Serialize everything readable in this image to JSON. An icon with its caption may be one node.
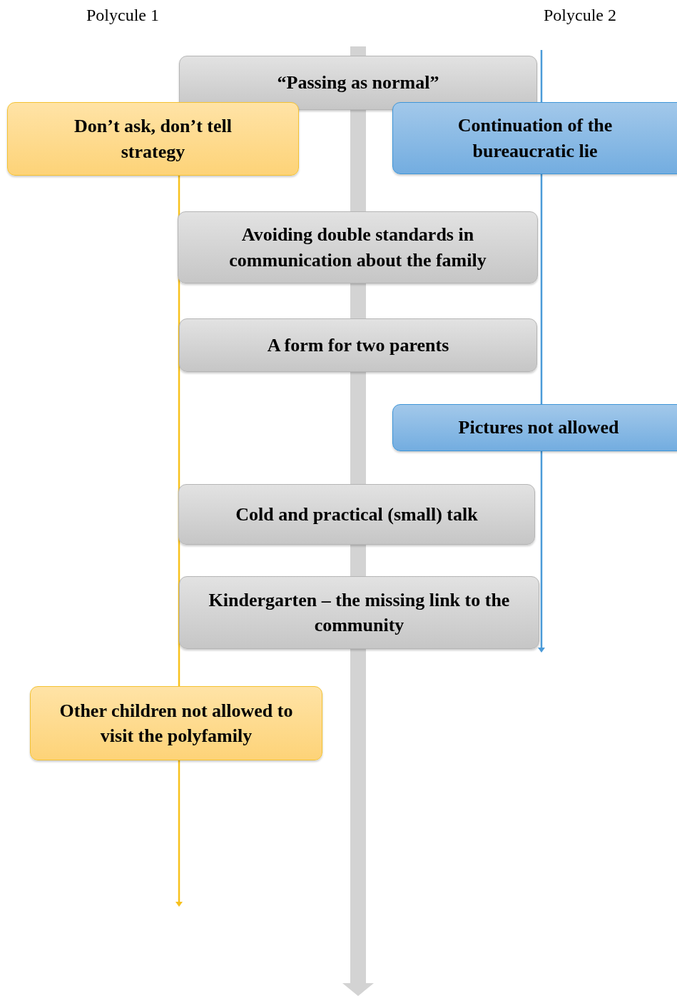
{
  "diagram": {
    "nodes": [
      {
        "text": [
          "“Passing as normal”"
        ]
      },
      {
        "text": [
          "Don’t ask, don’t tell strategy"
        ]
      },
      {
        "text": [
          "Continuation of the bureaucratic lie"
        ]
      },
      {
        "text": [
          "Avoiding double standards in communication about the family"
        ]
      },
      {
        "text": [
          "A form for two parents"
        ]
      },
      {
        "text": [
          "Pictures not allowed"
        ]
      },
      {
        "text": [
          "Cold and practical (small) talk"
        ]
      },
      {
        "text": [
          "Kindergarten – the missing link to the community"
        ]
      },
      {
        "text": [
          "Other children not allowed to visit the polyfamily"
        ]
      }
    ],
    "labels": [
      "Polycule 1",
      "Polycule 2"
    ]
  }
}
